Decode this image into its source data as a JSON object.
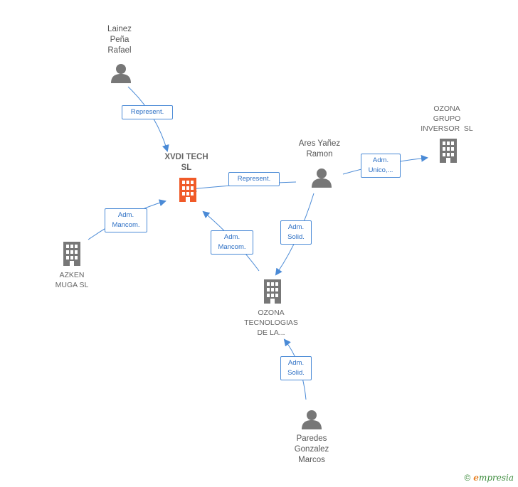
{
  "nodes": {
    "lainez": {
      "label_lines": [
        "Lainez",
        "Peña",
        "Rafael"
      ],
      "type": "person"
    },
    "xvdi": {
      "label_lines": [
        "XVDI TECH",
        "SL"
      ],
      "type": "company-focus"
    },
    "ozona_grupo": {
      "label_lines": [
        "OZONA",
        "GRUPO",
        "INVERSOR  SL"
      ],
      "type": "company"
    },
    "ares": {
      "label_lines": [
        "Ares Yañez",
        "Ramon"
      ],
      "type": "person"
    },
    "azken": {
      "label_lines": [
        "AZKEN",
        "MUGA SL"
      ],
      "type": "company"
    },
    "ozona_tec": {
      "label_lines": [
        "OZONA",
        "TECNOLOGIAS",
        "DE LA..."
      ],
      "type": "company"
    },
    "paredes": {
      "label_lines": [
        "Paredes",
        "Gonzalez",
        "Marcos"
      ],
      "type": "person"
    }
  },
  "edges": {
    "lainez_xvdi": {
      "lines": [
        "Represent."
      ]
    },
    "ares_xvdi": {
      "lines": [
        "Represent."
      ]
    },
    "ares_grupo": {
      "lines": [
        "Adm.",
        "Unico,..."
      ]
    },
    "azken_xvdi": {
      "lines": [
        "Adm.",
        "Mancom."
      ]
    },
    "tec_xvdi": {
      "lines": [
        "Adm.",
        "Mancom."
      ]
    },
    "ares_tec": {
      "lines": [
        "Adm.",
        "Solid."
      ]
    },
    "paredes_tec": {
      "lines": [
        "Adm.",
        "Solid."
      ]
    }
  },
  "icons": {
    "person": "person-icon",
    "company": "building-icon",
    "arrow": "arrowhead"
  },
  "colors": {
    "edge": "#4a8ad6",
    "edge_text": "#2c6fc4",
    "node_gray": "#777777",
    "focus": "#f05a28",
    "brand_green": "#3a8a3a",
    "brand_orange": "#e8832a"
  },
  "footer": {
    "copyright": "©",
    "brand_initial": "e",
    "brand_rest": "mpresia"
  }
}
